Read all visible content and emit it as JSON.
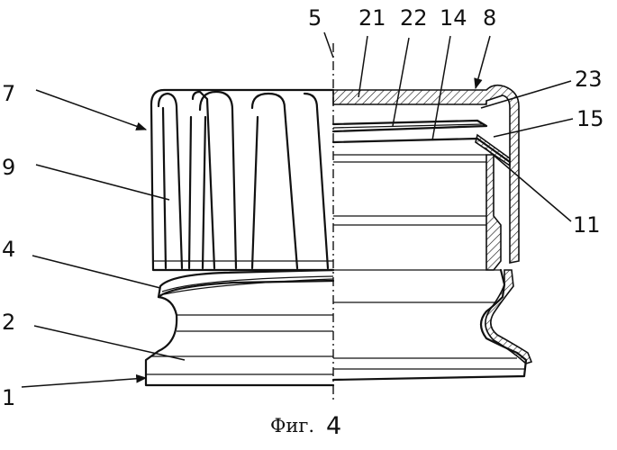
{
  "figure": {
    "caption_text": "Фиг.",
    "caption_number": "4"
  },
  "labels": {
    "l1": "1",
    "l2": "2",
    "l4": "4",
    "l5": "5",
    "l7": "7",
    "l8": "8",
    "l9": "9",
    "l11": "11",
    "l14": "14",
    "l15": "15",
    "l21": "21",
    "l22": "22",
    "l23": "23"
  }
}
